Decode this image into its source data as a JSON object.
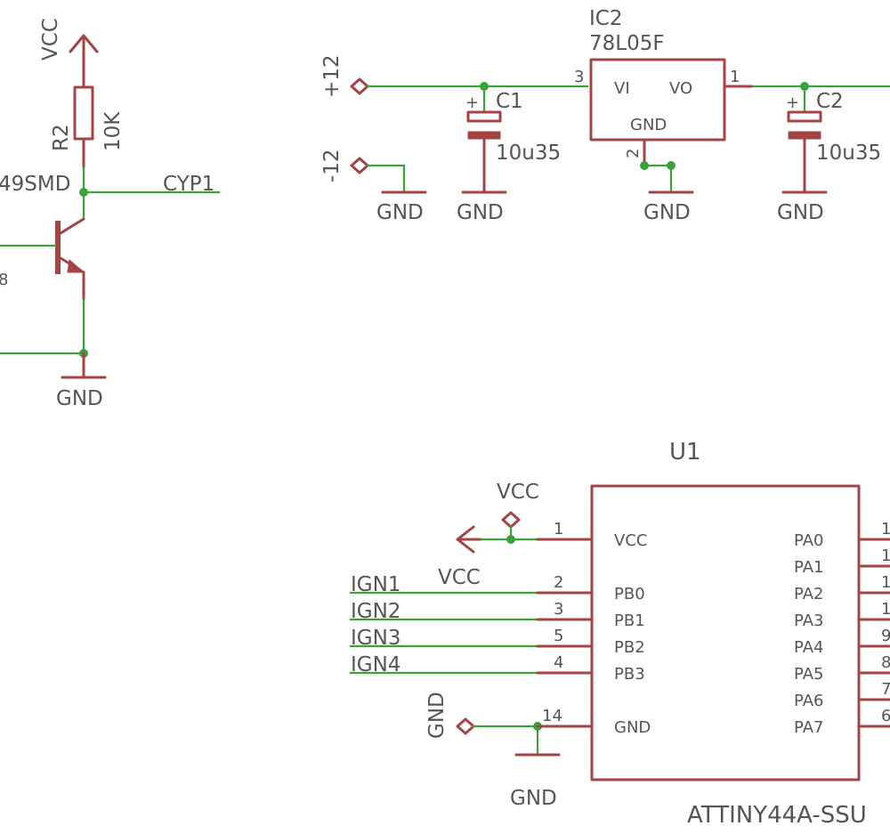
{
  "colors": {
    "wire": "#3aa23a",
    "symbol": "#a54444",
    "text": "#555555",
    "background": "#ffffff"
  },
  "left_section": {
    "supply_label": "VCC",
    "resistor": {
      "name": "R2",
      "value": "10K"
    },
    "transistor_label_fragment": "49SMD",
    "transistor_pin_fragment": "8",
    "net_label": "CYP1",
    "ground_label": "GND"
  },
  "regulator_section": {
    "input_plus": "+12",
    "input_minus": "-12",
    "ic": {
      "name": "IC2",
      "part": "78L05F",
      "pin_vi": "VI",
      "pin_vo": "VO",
      "pin_gnd": "GND",
      "pin_num_in": "3",
      "pin_num_out": "1",
      "pin_num_gnd": "2"
    },
    "c1": {
      "name": "C1",
      "value": "10u35",
      "polarity": "+"
    },
    "c2": {
      "name": "C2",
      "value": "10u35",
      "polarity": "+"
    },
    "ground_labels": [
      "GND",
      "GND",
      "GND",
      "GND"
    ]
  },
  "mcu_section": {
    "name": "U1",
    "part": "ATTINY44A-SSU",
    "vcc_port_label": "VCC",
    "vcc_net_label": "VCC",
    "gnd_port_label": "GND",
    "gnd_symbol_label": "GND",
    "left_pins": [
      {
        "num": "1",
        "name": "VCC"
      },
      {
        "num": "2",
        "name": "PB0"
      },
      {
        "num": "3",
        "name": "PB1"
      },
      {
        "num": "5",
        "name": "PB2"
      },
      {
        "num": "4",
        "name": "PB3"
      },
      {
        "num": "14",
        "name": "GND"
      }
    ],
    "right_pins": [
      {
        "num": "1",
        "name": "PA0"
      },
      {
        "num": "1",
        "name": "PA1"
      },
      {
        "num": "1",
        "name": "PA2"
      },
      {
        "num": "1",
        "name": "PA3"
      },
      {
        "num": "9",
        "name": "PA4"
      },
      {
        "num": "8",
        "name": "PA5"
      },
      {
        "num": "7",
        "name": "PA6"
      },
      {
        "num": "6",
        "name": "PA7"
      }
    ],
    "ign_nets": [
      "IGN1",
      "IGN2",
      "IGN3",
      "IGN4"
    ]
  }
}
